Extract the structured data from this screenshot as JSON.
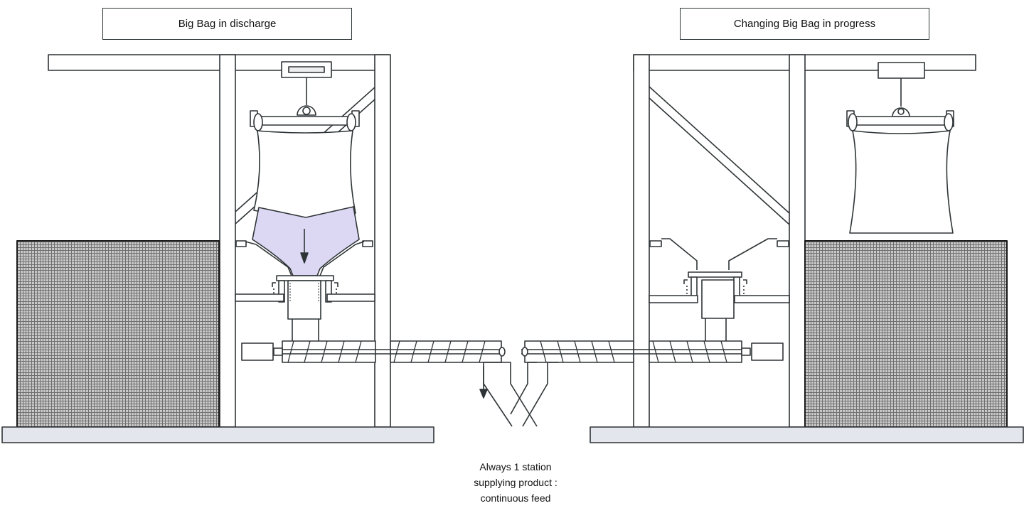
{
  "diagram": {
    "title_left": "Big Bag in discharge",
    "title_right": "Changing Big Bag in progress",
    "caption": [
      "Always 1 station",
      "supplying product :",
      "continuous feed"
    ],
    "stations": [
      {
        "id": "left",
        "state": "Big Bag in discharge",
        "product_fill": true
      },
      {
        "id": "right",
        "state": "Changing Big Bag in progress",
        "product_fill": false
      }
    ],
    "colors": {
      "line": "#2e3436",
      "product_fill": "#dcd8f4",
      "base_fill": "#e4e6ee",
      "mesh_fill": "#9a9a9a"
    }
  }
}
